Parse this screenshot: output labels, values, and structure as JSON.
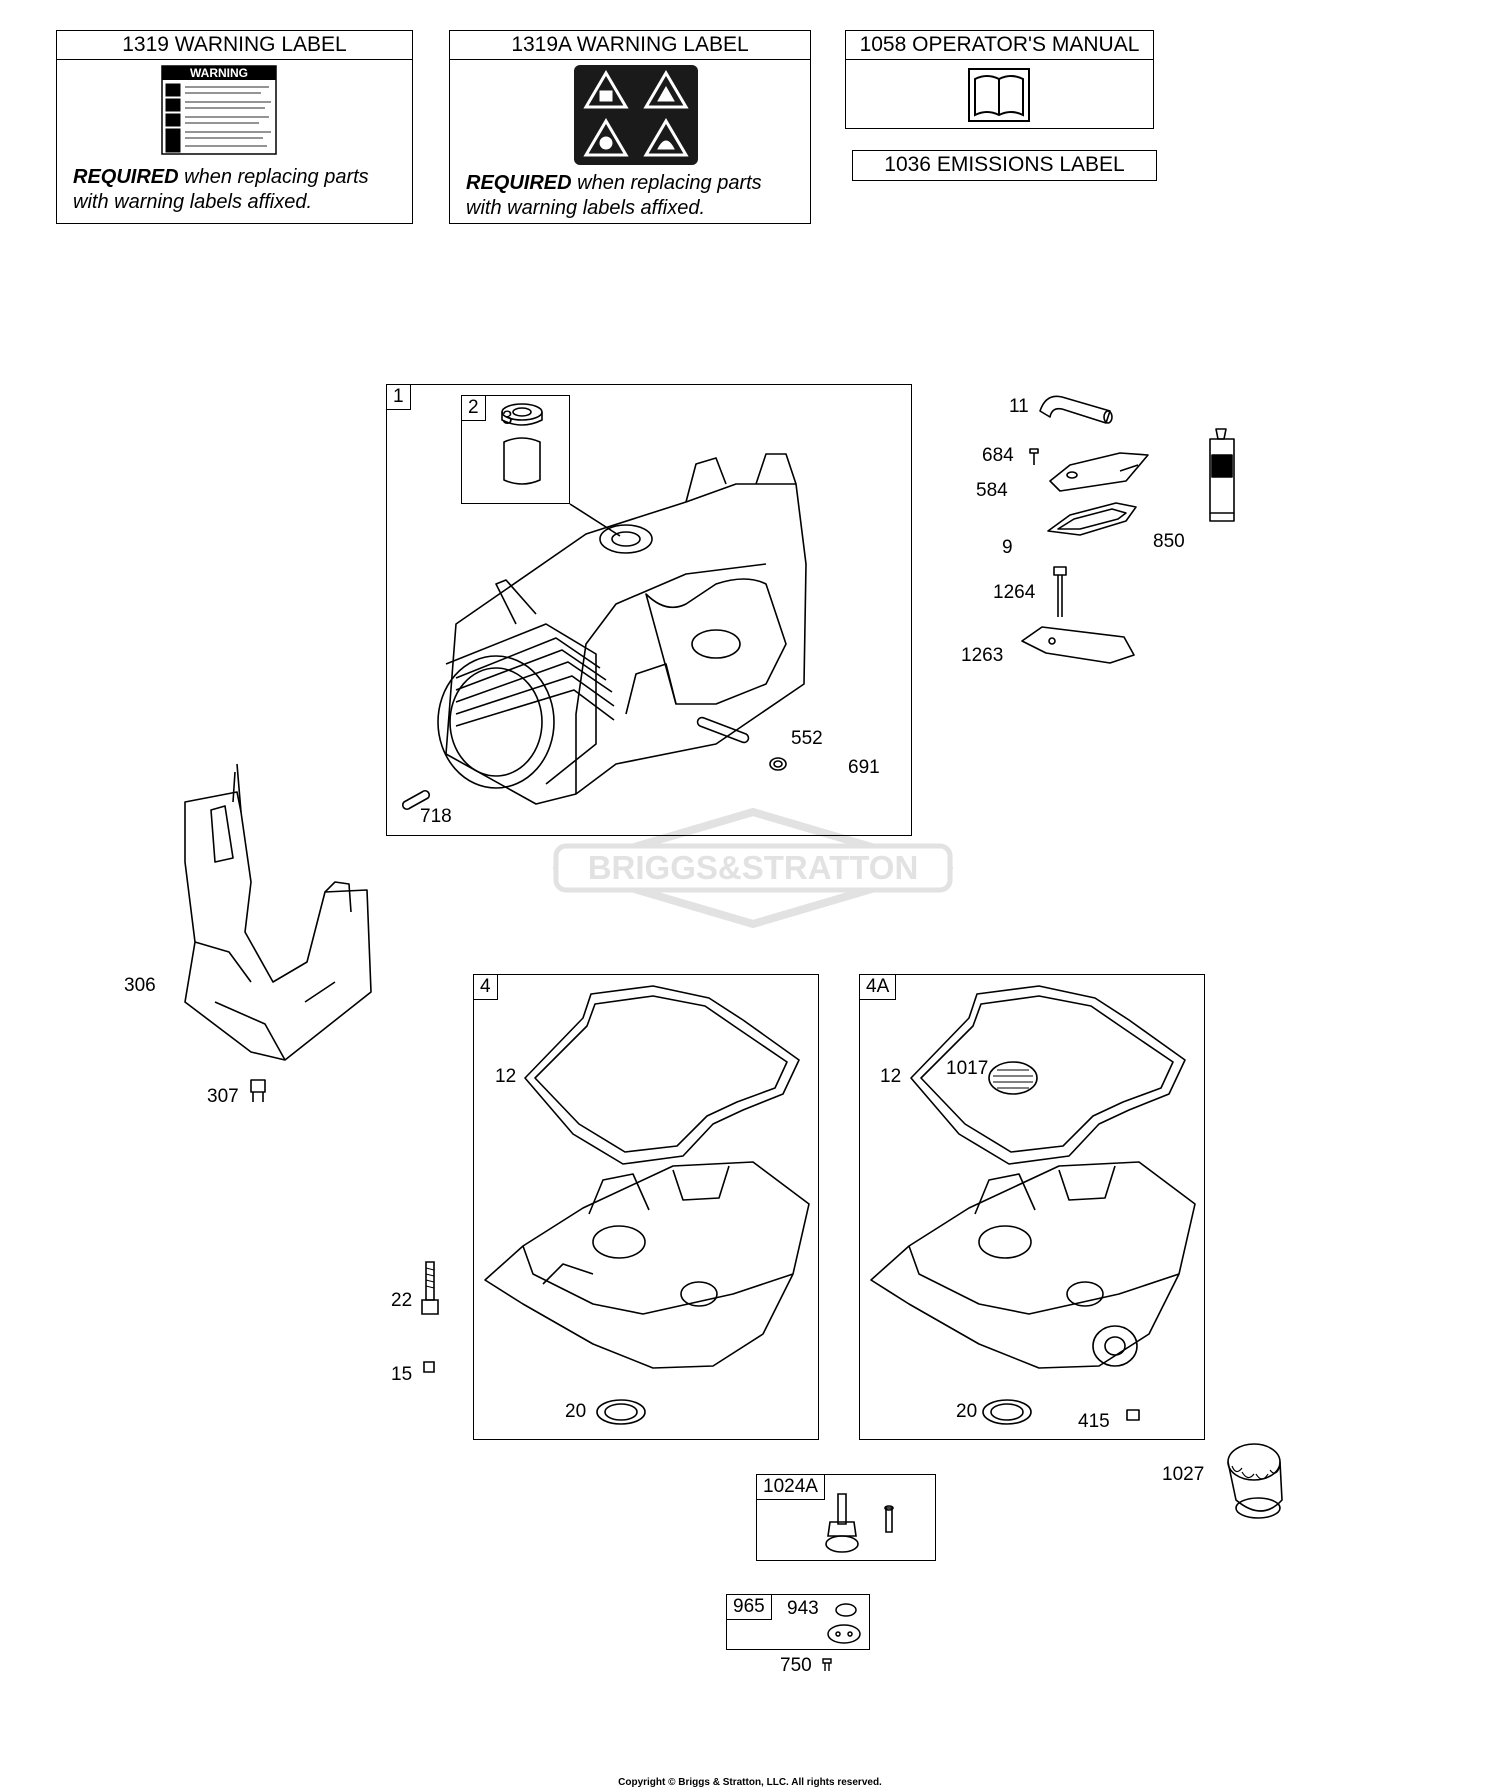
{
  "labels": {
    "warning_1319": {
      "title": "1319 WARNING LABEL",
      "sticker_heading": "WARNING",
      "required_bold": "REQUIRED",
      "required_rest": " when replacing parts",
      "required_line2": "with warning labels affixed."
    },
    "warning_1319a": {
      "title": "1319A WARNING LABEL",
      "required_bold": "REQUIRED",
      "required_rest": " when replacing parts",
      "required_line2": "with warning labels affixed."
    },
    "manual_1058": {
      "title": "1058 OPERATOR'S MANUAL"
    },
    "emissions_1036": {
      "title": "1036 EMISSIONS LABEL"
    }
  },
  "watermark": "BRIGGS&STRATTON",
  "assemblies": {
    "cylinder": {
      "tag": "1",
      "subtag": "2",
      "parts": [
        "3",
        "552",
        "691",
        "718"
      ]
    },
    "sump_4": {
      "tag": "4",
      "parts": [
        "12",
        "20"
      ]
    },
    "sump_4a": {
      "tag": "4A",
      "parts": [
        "12",
        "1017",
        "20",
        "415"
      ]
    },
    "pump_kit": {
      "tag": "1024A"
    },
    "gasket_kit": {
      "tag": "965",
      "parts": [
        "943"
      ]
    }
  },
  "loose_parts": {
    "p11": "11",
    "p684": "684",
    "p584": "584",
    "p9": "9",
    "p850": "850",
    "p1264": "1264",
    "p1263": "1263",
    "p306": "306",
    "p307": "307",
    "p22": "22",
    "p15": "15",
    "p1027": "1027",
    "p750": "750"
  },
  "footer": "Copyright © Briggs & Stratton, LLC. All rights reserved."
}
